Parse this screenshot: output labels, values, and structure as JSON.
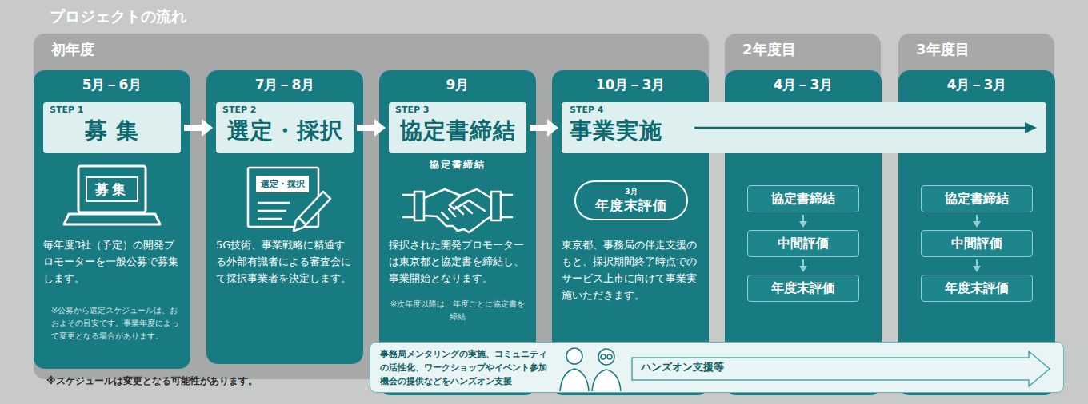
{
  "diagram": {
    "title": "プロジェクトの流れ",
    "nodes": [
      {
        "text": [
          "初年度"
        ]
      },
      {
        "text": [
          "2年度目"
        ]
      },
      {
        "text": [
          "3年度目"
        ]
      },
      {
        "text": [
          "5月－6月",
          "毎年度3社（予定）の開発プロモーターを一般公募で募集します。",
          "※公募から選定スケジュールは、おおよその目安です。事業年度によって変更となる場合があります。"
        ],
        "in": 0
      },
      {
        "text": [
          "STEP 1",
          "募 集"
        ],
        "in": 3
      },
      {
        "text": [
          "募集"
        ],
        "in": 3
      },
      {
        "text": [
          "7月－8月",
          "5G技術、事業戦略に精通する外部有識者による審査会にて採択事業者を決定します。"
        ],
        "in": 0
      },
      {
        "text": [
          "STEP 2",
          "選定・採択"
        ],
        "in": 6
      },
      {
        "text": [
          "選定・採択"
        ],
        "in": 6
      },
      {
        "text": [
          "9月",
          "採択された開発プロモーターは東京都と協定書を締結し、事業開始となります。",
          "※次年度以降は、年度ごとに協定書を締結"
        ],
        "in": 0
      },
      {
        "text": [
          "STEP 3",
          "協定書締結"
        ],
        "in": 9
      },
      {
        "text": [
          "10月－3月",
          "東京都、事務局の伴走支援のもと、採択期間終了時点でのサービス上市に向けて事業実施いただきます。"
        ],
        "in": 0
      },
      {
        "text": [
          "STEP 4",
          "事業実施"
        ]
      },
      {
        "text": [
          "3月",
          "年度末評価"
        ],
        "in": 11
      },
      {
        "text": [
          "4月－3月"
        ],
        "in": 1
      },
      {
        "text": [
          "協定書締結"
        ],
        "in": 14
      },
      {
        "text": [
          "中間評価"
        ],
        "in": 14
      },
      {
        "text": [
          "年度末評価"
        ],
        "in": 14
      },
      {
        "text": [
          "4月－3月"
        ],
        "in": 2
      },
      {
        "text": [
          "協定書締結"
        ],
        "in": 18
      },
      {
        "text": [
          "中間評価"
        ],
        "in": 18
      },
      {
        "text": [
          "年度末評価"
        ],
        "in": 18
      },
      {
        "text": [
          "事務局メンタリングの実施、コミュニティの活性化、ワークショップやイベント参加機会の提供などをハンズオン支援",
          "ハンズオン支援等"
        ]
      }
    ],
    "edges": [
      {
        "from": 4,
        "to": 7,
        "arrow": "to"
      },
      {
        "from": 7,
        "to": 10,
        "arrow": "to"
      },
      {
        "from": 10,
        "to": 12,
        "arrow": "to"
      },
      {
        "from": 15,
        "to": 16,
        "arrow": "to"
      },
      {
        "from": 16,
        "to": 17,
        "arrow": "to"
      },
      {
        "from": 19,
        "to": 20,
        "arrow": "to"
      },
      {
        "from": 20,
        "to": 21,
        "arrow": "to"
      }
    ],
    "labels": [
      "協定書締結",
      "※スケジュールは変更となる可能性があります。"
    ]
  }
}
